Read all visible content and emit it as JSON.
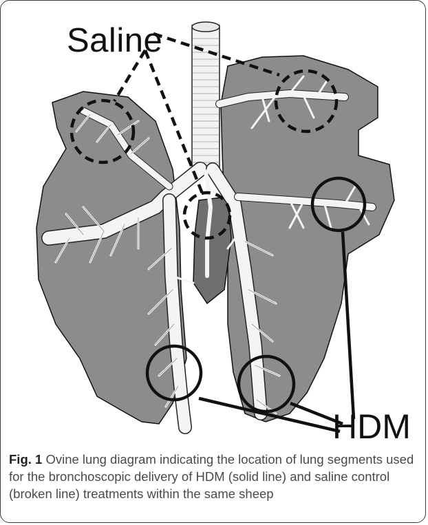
{
  "figure": {
    "labels": {
      "saline": "Saline",
      "hdm": "HDM"
    },
    "caption": {
      "number": "Fig. 1",
      "text": " Ovine lung diagram indicating the location of lung segments used for the bronchoscopic delivery of HDM (solid line) and saline control (broken line) treatments within the same sheep"
    },
    "colors": {
      "lung_fill": "#8c8c8c",
      "airway_fill": "#f4f4f4",
      "outline": "#111111",
      "caption_text": "#4a4a4a"
    }
  }
}
